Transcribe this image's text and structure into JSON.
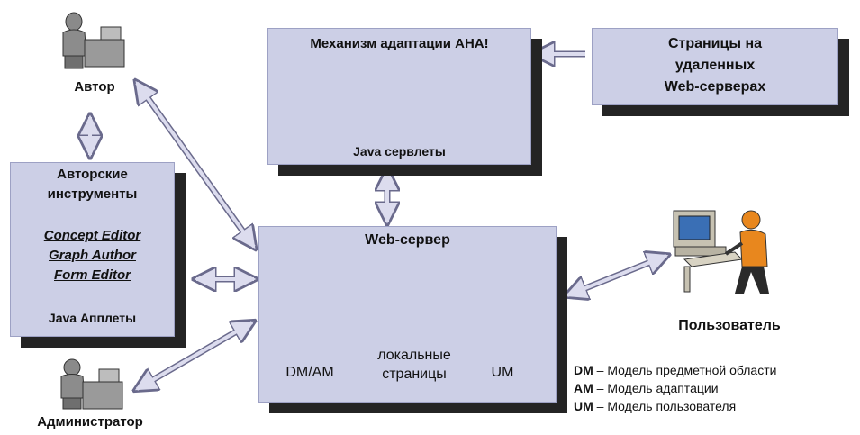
{
  "adaptation_engine": {
    "title": "Механизм адаптации AHA!",
    "subtitle": "Java сервлеты"
  },
  "remote_pages": {
    "title_line1": "Страницы на",
    "title_line2": "удаленных",
    "title_line3": "Web-серверах"
  },
  "authoring_tools": {
    "title_line1": "Авторские",
    "title_line2": "инструменты",
    "tools": [
      "Concept Editor",
      "Graph Author",
      "Form Editor"
    ],
    "footer": "Java Апплеты"
  },
  "web_server": {
    "title": "Web-сервер",
    "db_dm_am": "DM/AM",
    "db_local_line1": "локальные",
    "db_local_line2": "страницы",
    "db_um": "UM"
  },
  "actors": {
    "author": "Автор",
    "administrator": "Администратор",
    "user": "Пользователь"
  },
  "legend": [
    {
      "abbr": "DM",
      "text": "– Модель предметной области"
    },
    {
      "abbr": "AM",
      "text": "– Модель адаптации"
    },
    {
      "abbr": "UM",
      "text": "– Модель пользователя"
    }
  ],
  "colors": {
    "box_fill": "#cccfe6",
    "box_shadow": "#242424",
    "arrow_fill": "#dcdcee",
    "arrow_stroke": "#6a6a8c",
    "db_fill": "#ffffff",
    "figure_gray": "#7a7a7a",
    "user_orange": "#e8871e"
  }
}
